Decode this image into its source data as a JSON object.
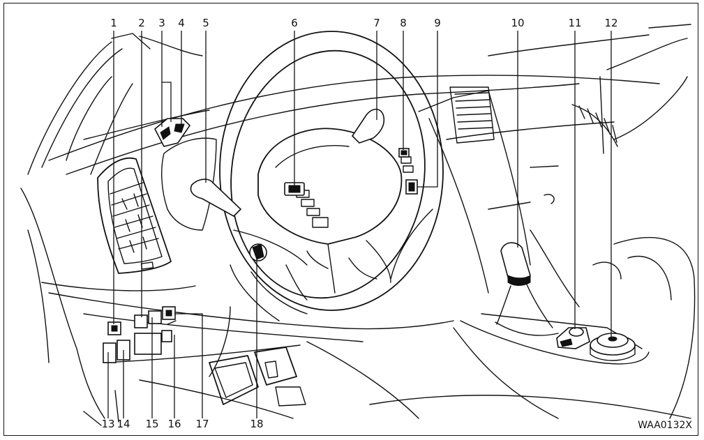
{
  "diagram": {
    "callouts": [
      {
        "n": "1"
      },
      {
        "n": "2"
      },
      {
        "n": "3"
      },
      {
        "n": "4"
      },
      {
        "n": "5"
      },
      {
        "n": "6"
      },
      {
        "n": "7"
      },
      {
        "n": "8"
      },
      {
        "n": "9"
      },
      {
        "n": "10"
      },
      {
        "n": "11"
      },
      {
        "n": "12"
      },
      {
        "n": "13"
      },
      {
        "n": "14"
      },
      {
        "n": "15"
      },
      {
        "n": "16"
      },
      {
        "n": "17"
      },
      {
        "n": "18"
      }
    ],
    "figure_code": "WAA0132X"
  },
  "colors": {
    "line": "#111111",
    "background": "#ffffff"
  }
}
